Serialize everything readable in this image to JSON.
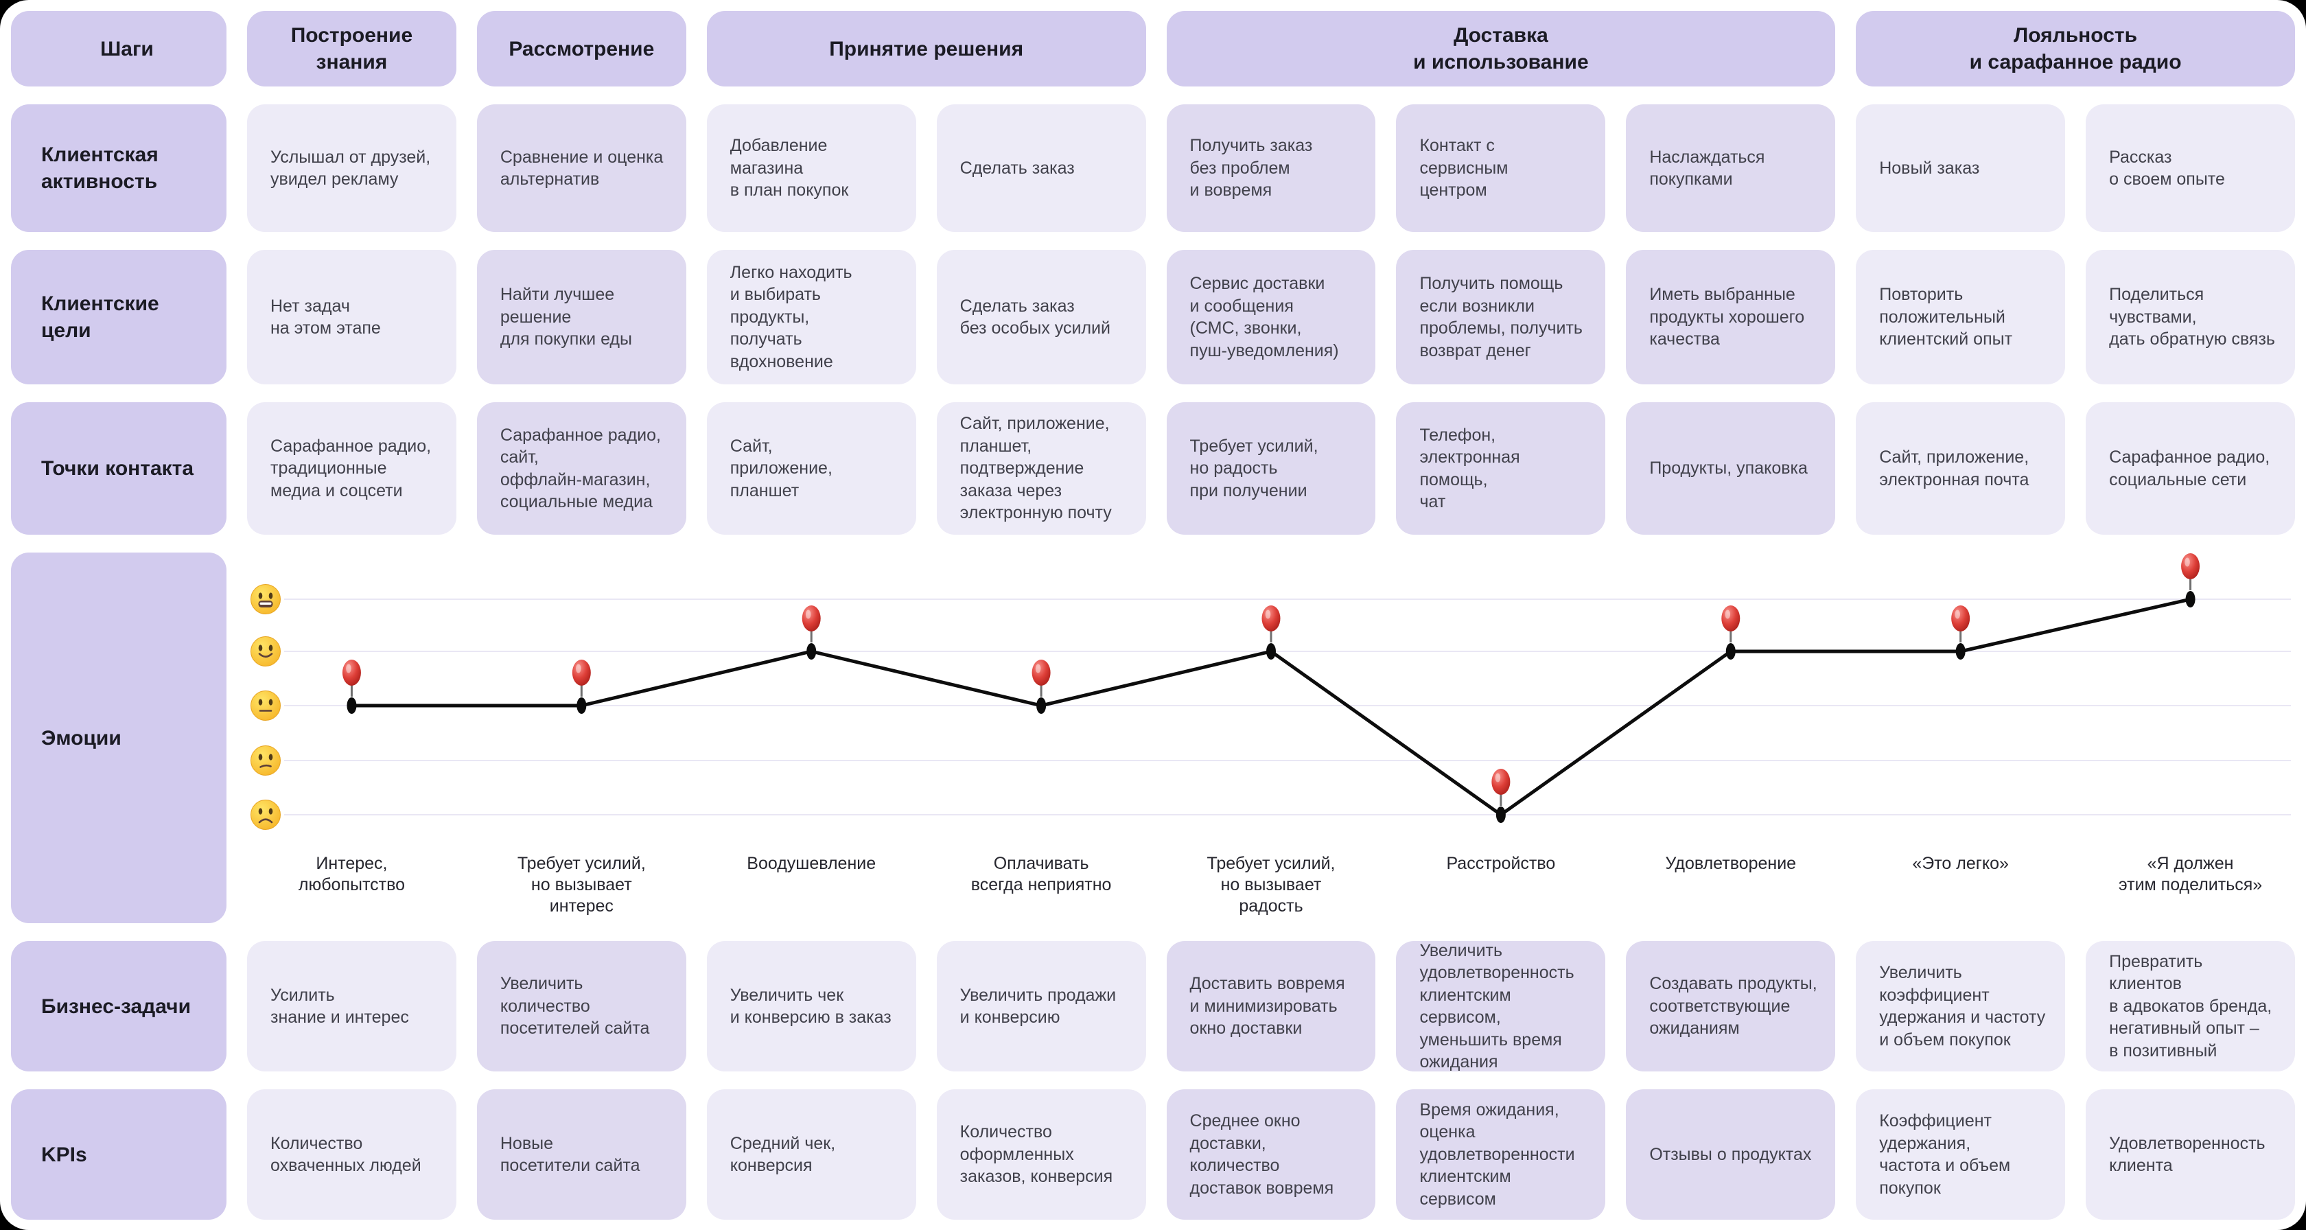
{
  "corner_label": "Шаги",
  "stages": [
    {
      "label": "Построение знания",
      "span": 1,
      "shade": "light"
    },
    {
      "label": "Рассмотрение",
      "span": 1,
      "shade": "dark"
    },
    {
      "label": "Принятие решения",
      "span": 2,
      "shade": "light"
    },
    {
      "label": "Доставка\nи использование",
      "span": 3,
      "shade": "dark"
    },
    {
      "label": "Лояльность\nи сарафанное радио",
      "span": 2,
      "shade": "light"
    }
  ],
  "column_shades": [
    "light",
    "dark",
    "light",
    "light",
    "dark",
    "dark",
    "dark",
    "light",
    "light"
  ],
  "rows": [
    {
      "id": "activity",
      "label": "Клиентская\nактивность",
      "cells": [
        "Услышал от друзей,\nувидел рекламу",
        "Сравнение и оценка\nальтернатив",
        "Добавление магазина\nв план покупок",
        "Сделать заказ",
        "Получить заказ\nбез проблем\nи вовремя",
        "Контакт с сервисным\nцентром",
        "Наслаждаться\nпокупками",
        "Новый заказ",
        "Рассказ\nо своем опыте"
      ]
    },
    {
      "id": "goals",
      "label": "Клиентские\nцели",
      "cells": [
        "Нет задач\nна этом этапе",
        "Найти лучшее\nрешение\nдля покупки еды",
        "Легко находить\nи выбирать продукты,\nполучать\nвдохновение",
        "Сделать заказ\nбез особых усилий",
        "Сервис доставки\nи сообщения\n(СМС, звонки,\nпуш-уведомления)",
        "Получить помощь\nесли возникли\nпроблемы, получить\nвозврат денег",
        "Иметь выбранные\nпродукты хорошего\nкачества",
        "Повторить\nположительный\nклиентский опыт",
        "Поделиться\nчувствами,\nдать обратную связь"
      ]
    },
    {
      "id": "touchpoints",
      "label": "Точки контакта",
      "cells": [
        "Сарафанное радио,\nтрадиционные\nмедиа и соцсети",
        "Сарафанное радио,\nсайт,\nоффлайн-магазин,\nсоциальные медиа",
        "Сайт,\nприложение,\nпланшет",
        "Сайт, приложение,\nпланшет,\nподтверждение\nзаказа через\nэлектронную почту",
        "Требует усилий,\nно радость\nпри получении",
        "Телефон,\nэлектронная помощь,\nчат",
        "Продукты, упаковка",
        "Сайт, приложение,\nэлектронная почта",
        "Сарафанное радио,\nсоциальные сети"
      ]
    },
    {
      "id": "business",
      "label": "Бизнес-задачи",
      "cells": [
        "Усилить\nзнание и интерес",
        "Увеличить\nколичество\nпосетителей сайта",
        "Увеличить чек\nи конверсию в заказ",
        "Увеличить продажи\nи конверсию",
        "Доставить вовремя\nи минимизировать\nокно доставки",
        "Увеличить\nудовлетворенность\nклиентским сервисом,\nуменьшить время\nожидания",
        "Создавать продукты,\nсоответствующие\nожиданиям",
        "Увеличить\nкоэффициент\nудержания и частоту\nи объем покупок",
        "Превратить клиентов\nв адвокатов бренда,\nнегативный опыт –\nв позитивный"
      ]
    },
    {
      "id": "kpis",
      "label": "KPIs",
      "cells": [
        "Количество\nохваченных людей",
        "Новые\nпосетители сайта",
        "Средний чек,\nконверсия",
        "Количество\nоформленных\nзаказов, конверсия",
        "Среднее окно\nдоставки, количество\nдоставок вовремя",
        "Время ожидания,\nоценка\nудовлетворенности\nклиентским сервисом",
        "Отзывы о продуктах",
        "Коэффициент\nудержания,\nчастота и объем\nпокупок",
        "Удовлетворенность\nклиента"
      ]
    }
  ],
  "emotions": {
    "row_label": "Эмоции",
    "scale_faces": [
      "grinning",
      "smiling",
      "neutral",
      "confused",
      "frowning"
    ],
    "values": [
      3,
      3,
      2,
      3,
      2,
      5,
      2,
      2,
      1
    ],
    "point_labels": [
      "Интерес,\nлюбопытство",
      "Требует усилий,\nно вызывает\nинтерес",
      "Воодушевление",
      "Оплачивать\nвсегда неприятно",
      "Требует усилий,\nно вызывает\nрадость",
      "Расстройство",
      "Удовлетворение",
      "«Это легко»",
      "«Я должен\nэтим поделиться»"
    ]
  },
  "chart_data": {
    "type": "line",
    "title": "Эмоции",
    "x": [
      "Интерес, любопытство",
      "Требует усилий, но вызывает интерес",
      "Воодушевление",
      "Оплачивать всегда неприятно",
      "Требует усилий, но вызывает радость",
      "Расстройство",
      "Удовлетворение",
      "«Это легко»",
      "«Я должен этим поделиться»"
    ],
    "values_level_1_top_to_5_bottom": [
      3,
      3,
      2,
      3,
      2,
      5,
      2,
      2,
      1
    ],
    "y_scale_emojis_top_to_bottom": [
      "😀",
      "🙂",
      "😐",
      "😕",
      "☹️"
    ],
    "grid": true,
    "marker": "red-pin"
  },
  "colors": {
    "page_bg": "#000000",
    "canvas_bg": "#ffffff",
    "header_bg": "#d2cbee",
    "cell_light": "#edebf7",
    "cell_dark": "#dfdaf0",
    "grid_line": "#e9e7f4",
    "line_color": "#0d0d0d",
    "pin_red": "#d6342c",
    "text_dark": "#1b1b24",
    "text_body": "#41414b"
  }
}
